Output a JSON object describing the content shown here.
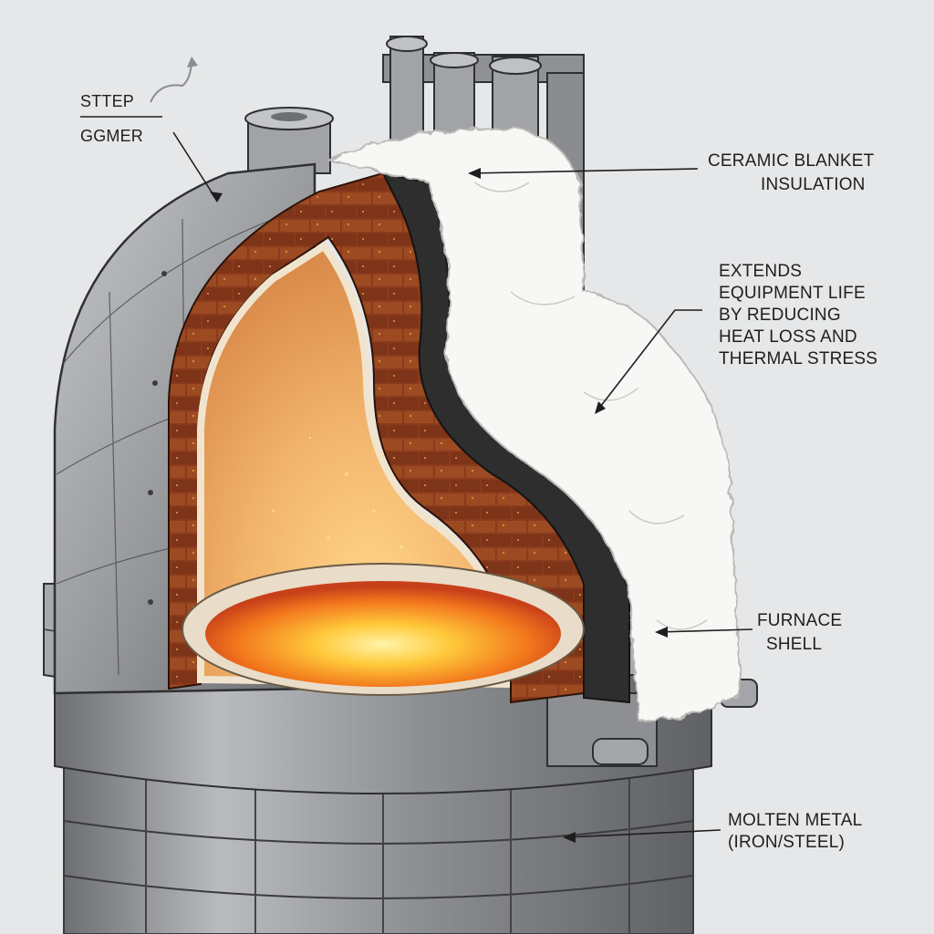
{
  "labels": {
    "step_gomer": [
      "STTEP",
      "GGMER"
    ],
    "ceramic_blanket": [
      "CERAMIC BLANKET",
      "INSULATION"
    ],
    "extends_life": [
      "EXTENDS",
      "EQUIPMENT LIFE",
      "BY REDUCING",
      "HEAT LOSS AND",
      "THERMAL STRESS"
    ],
    "furnace_shell": [
      "FURNACE",
      "SHELL"
    ],
    "molten_metal": [
      "MOLTEN METAL",
      "(IRON/STEEL)"
    ]
  },
  "colors": {
    "background": "#e6e7e8",
    "steel": "#9a9c9f",
    "steel_dark": "#5f6164",
    "refractory_brick": "#8a3a1c",
    "ceramic_blanket": "#f7f7f5",
    "molten_core": "#ffd24a",
    "molten_edge": "#e8501a",
    "chamber_glow": "#f3b36a"
  }
}
